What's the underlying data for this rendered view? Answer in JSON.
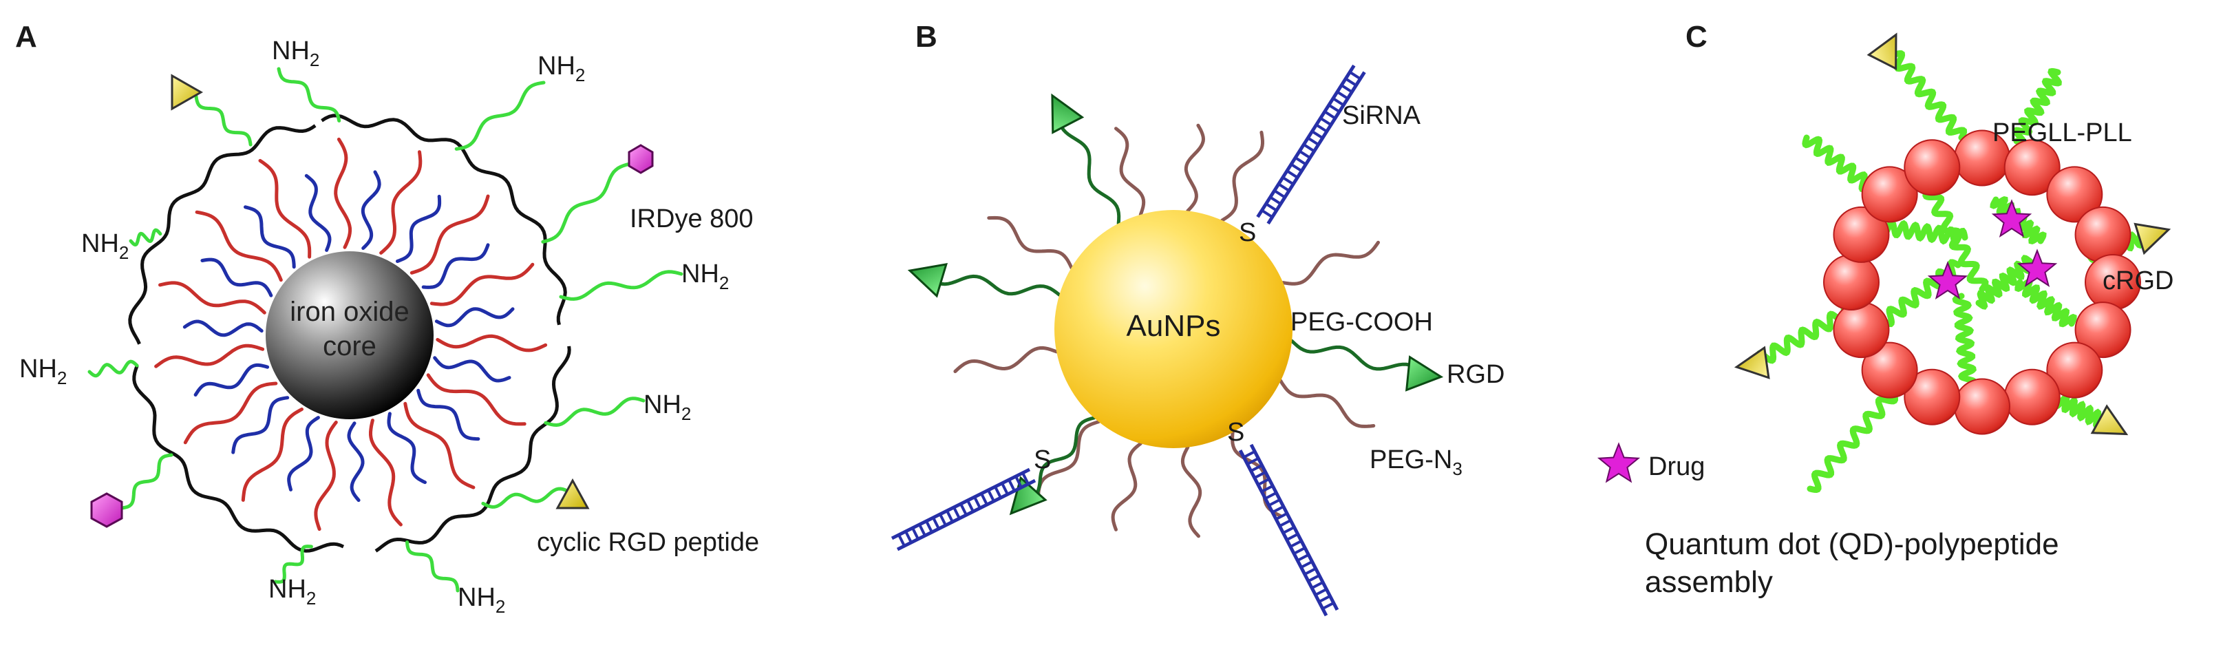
{
  "panels": {
    "a": {
      "letter": "A",
      "core_label_line1": "iron oxide",
      "core_label_line2": "core",
      "amine_base": "NH",
      "amine_sub": "2",
      "dye_label": "IRDye 800",
      "peptide_label": "cyclic RGD peptide"
    },
    "b": {
      "letter": "B",
      "core_label": "AuNPs",
      "sirna_label": "SiRNA",
      "peg_cooh_label": "PEG-COOH",
      "rgd_label": "RGD",
      "peg_n3_base": "PEG-N",
      "peg_n3_sub": "3",
      "thiol_label": "S"
    },
    "c": {
      "letter": "C",
      "polymer_label": "PEGLL-PLL",
      "crgd_label": "cRGD",
      "drug_label": "Drug",
      "caption_line1": "Quantum dot (QD)-polypeptide",
      "caption_line2": "assembly"
    }
  },
  "legend_icons": {
    "a_dye": "magenta-hexagon-icon",
    "a_peptide": "yellow-triangle-icon",
    "b_rgd": "green-triangle-icon",
    "c_drug": "magenta-star-icon",
    "c_crgd": "yellow-triangle-icon"
  },
  "colors": {
    "amine_linker": "#3ddc3d",
    "red_chain": "#c8302c",
    "blue_chain": "#1f2fa8",
    "peg_brown": "#8a5a55",
    "sirna_blue": "#2730a8",
    "rgd_green": "#1f9e2a",
    "gold_core": "#f5c71a",
    "qd_red": "#e53935",
    "drug_magenta": "#e020d8",
    "peptide_yellow": "#e8d21a"
  }
}
